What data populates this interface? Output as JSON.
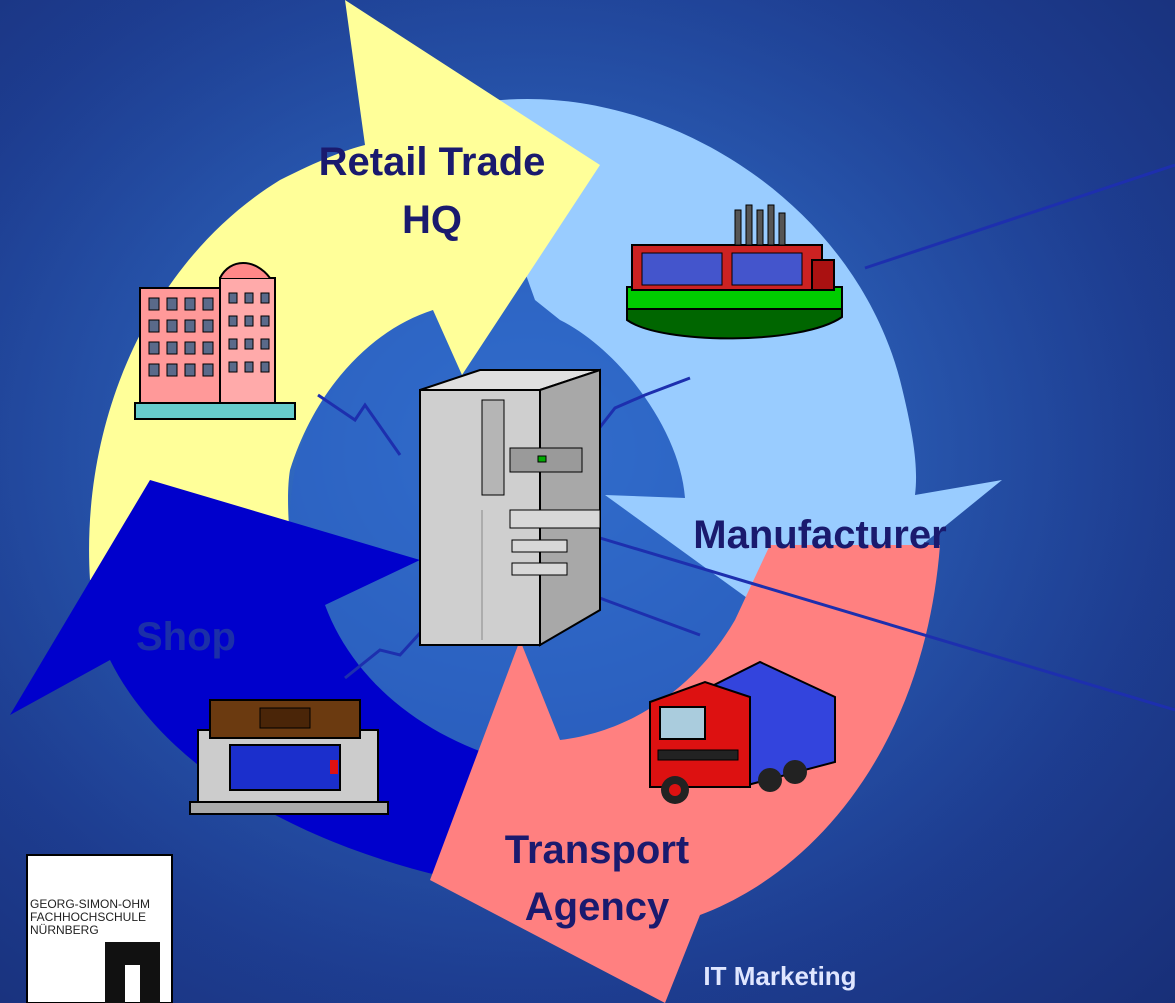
{
  "diagram": {
    "nodes": [
      {
        "id": "retail",
        "label_line1": "Retail Trade",
        "label_line2": "HQ",
        "icon": "office-building-icon",
        "color": "#ffff99"
      },
      {
        "id": "manufacturer",
        "label": "Manufacturer",
        "icon": "factory-icon",
        "color": "#99ccff"
      },
      {
        "id": "transport",
        "label_line1": "Transport",
        "label_line2": "Agency",
        "icon": "truck-icon",
        "color": "#ff8080"
      },
      {
        "id": "shop",
        "label": "Shop",
        "icon": "shop-icon",
        "color": "#0000cc"
      }
    ],
    "center_icon": "server-tower-icon"
  },
  "footer": {
    "label": "IT Marketing"
  },
  "logo": {
    "line1": "GEORG-SIMON-OHM",
    "line2": "FACHHOCHSCHULE",
    "line3": "NÜRNBERG"
  }
}
